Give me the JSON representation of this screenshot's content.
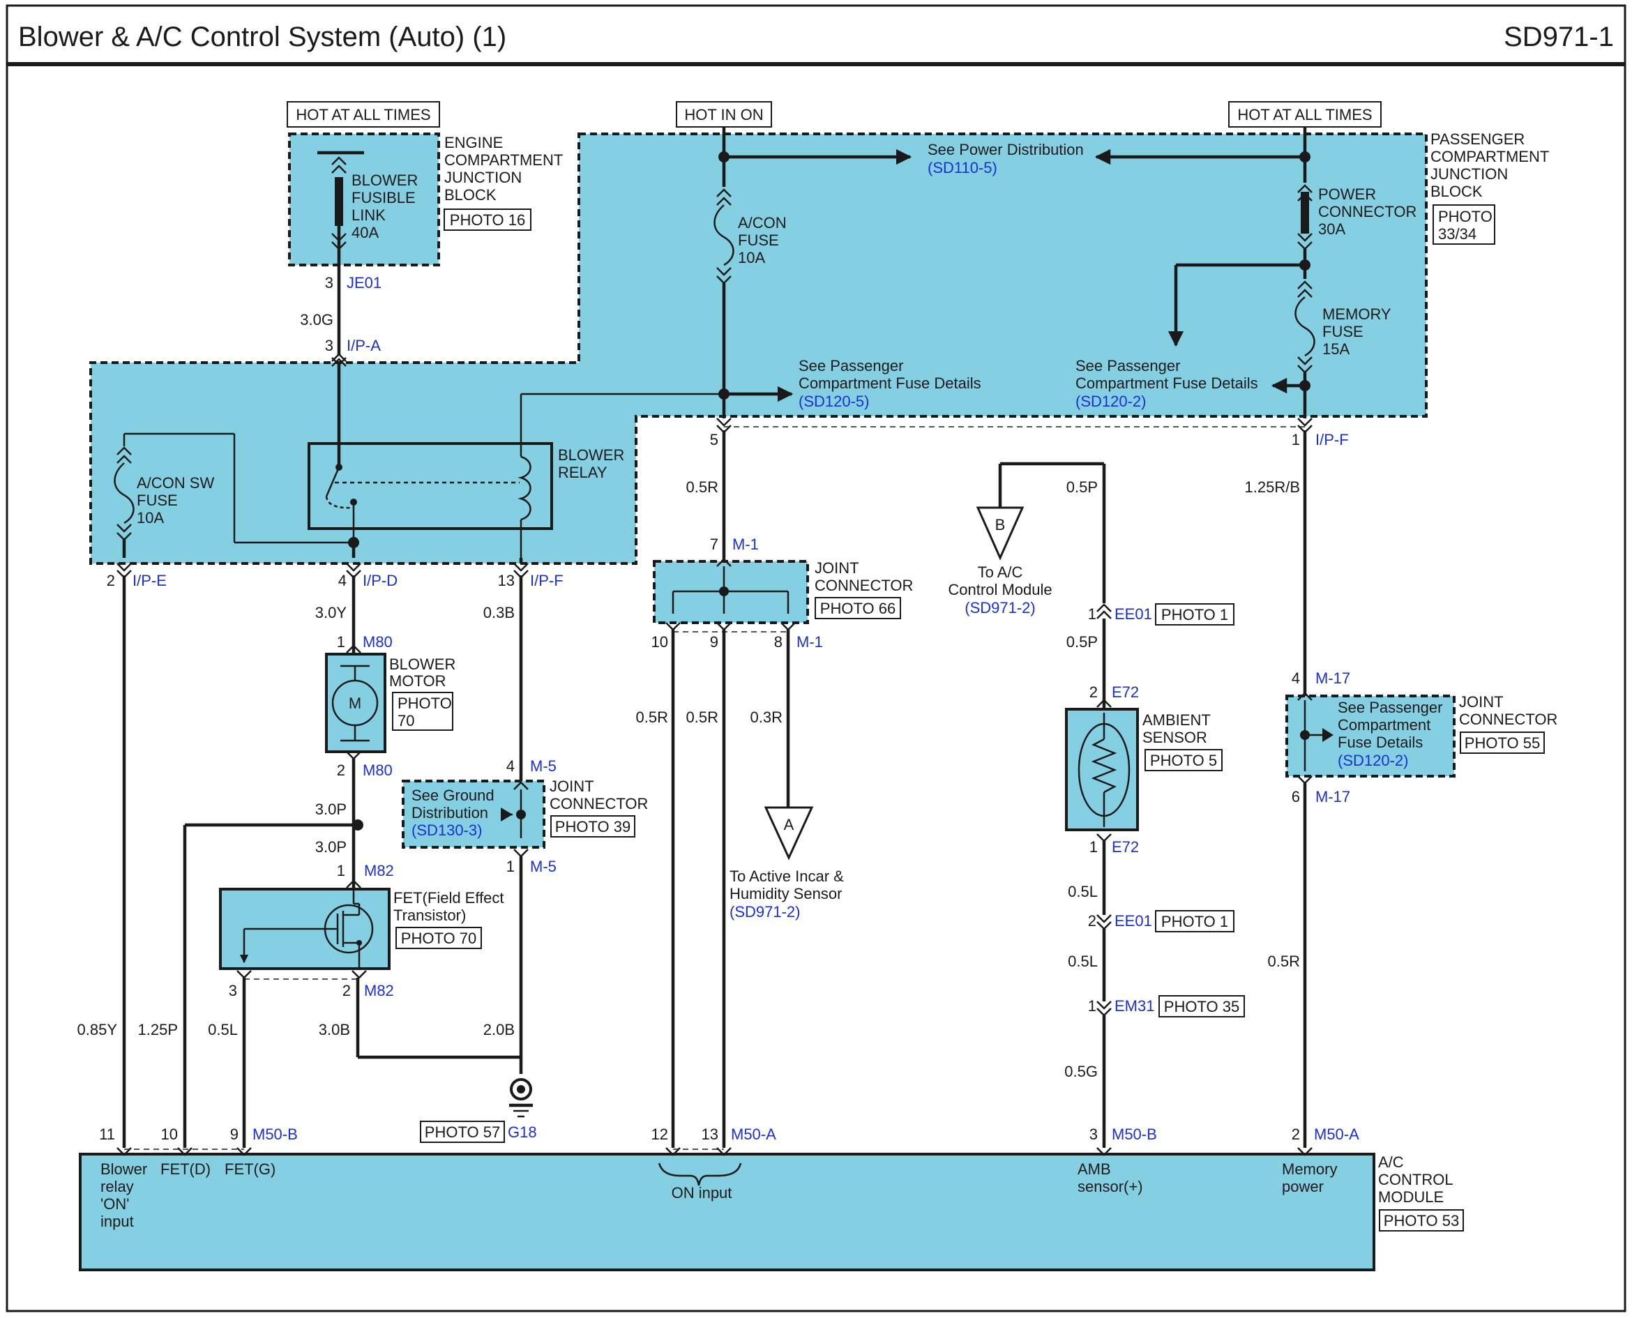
{
  "header": {
    "title": "Blower & A/C Control System (Auto) (1)",
    "code": "SD971-1"
  },
  "supply": {
    "hot_always_left": "HOT AT ALL TIMES",
    "hot_in_on": "HOT IN ON",
    "hot_always_right": "HOT AT ALL TIMES"
  },
  "engine_block": {
    "lines": [
      "ENGINE",
      "COMPARTMENT",
      "JUNCTION",
      "BLOCK"
    ],
    "photo": "PHOTO 16",
    "fuse_lines": [
      "BLOWER",
      "FUSIBLE",
      "LINK",
      "40A"
    ]
  },
  "pass_block": {
    "lines": [
      "PASSENGER",
      "COMPARTMENT",
      "JUNCTION",
      "BLOCK"
    ],
    "photo": [
      "PHOTO",
      "33/34"
    ],
    "see_power": "See Power Distribution",
    "see_power_ref": "(SD110-5)",
    "acon_fuse": [
      "A/CON",
      "FUSE",
      "10A"
    ],
    "power_conn": [
      "POWER",
      "CONNECTOR",
      "30A"
    ],
    "memory_fuse": [
      "MEMORY",
      "FUSE",
      "15A"
    ],
    "see_pcfd_left": [
      "See Passenger",
      "Compartment Fuse Details"
    ],
    "see_pcfd_left_ref": "(SD120-5)",
    "see_pcfd_right": [
      "See Passenger",
      "Compartment Fuse Details"
    ],
    "see_pcfd_right_ref": "(SD120-2)"
  },
  "relay_block": {
    "acon_sw_fuse": [
      "A/CON SW",
      "FUSE",
      "10A"
    ],
    "relay": [
      "BLOWER",
      "RELAY"
    ]
  },
  "connectors": {
    "je01_pin": "3",
    "je01": "JE01",
    "ipa_pin": "3",
    "ipa": "I/P-A",
    "ipe_pin": "2",
    "ipe": "I/P-E",
    "ipd_pin": "4",
    "ipd": "I/P-D",
    "ipf_pin13": "13",
    "ipf13": "I/P-F",
    "ipf_pin5": "5",
    "ipf_pin1": "1",
    "ipf1": "I/P-F",
    "m1_pin7": "7",
    "m1_top": "M-1",
    "m1_pin10": "10",
    "m1_pin9": "9",
    "m1_pin8": "8",
    "m1_bot": "M-1",
    "m80_pin1": "1",
    "m80_top": "M80",
    "m80_pin2": "2",
    "m80_bot": "M80",
    "m5_pin4": "4",
    "m5_top": "M-5",
    "m5_pin1": "1",
    "m5_bot": "M-5",
    "m82_pin1": "1",
    "m82_top": "M82",
    "m82_pin3": "3",
    "m82_pin2": "2",
    "m82_bot": "M82",
    "ee01_pin1": "1",
    "ee01_a": "EE01",
    "ee01_photo_a": "PHOTO 1",
    "e72_pin2": "2",
    "e72_top": "E72",
    "e72_pin1": "1",
    "e72_bot": "E72",
    "ee01_pin2": "2",
    "ee01_b": "EE01",
    "ee01_photo_b": "PHOTO 1",
    "em31_pin1": "1",
    "em31": "EM31",
    "em31_photo": "PHOTO 35",
    "m17_pin4": "4",
    "m17_top": "M-17",
    "m17_pin6": "6",
    "m17_bot": "M-17",
    "m50b_pins": [
      "11",
      "10",
      "9"
    ],
    "m50b_left": "M50-B",
    "m50a_pins": [
      "12",
      "13"
    ],
    "m50a_mid": "M50-A",
    "m50b_pin3": "3",
    "m50b_right": "M50-B",
    "m50a_pin2": "2",
    "m50a_right": "M50-A"
  },
  "wires": {
    "w_3_0g": "3.0G",
    "w_3_0y": "3.0Y",
    "w_0_3b": "0.3B",
    "w_0_5r_top": "0.5R",
    "w_0_5p_top": "0.5P",
    "w_1_25rb": "1.25R/B",
    "w_0_5p_mid": "0.5P",
    "w_0_5r_a": "0.5R",
    "w_0_5r_b": "0.5R",
    "w_0_3r": "0.3R",
    "w_3_0p_a": "3.0P",
    "w_3_0p_b": "3.0P",
    "w_0_85y": "0.85Y",
    "w_1_25p": "1.25P",
    "w_0_5l_a": "0.5L",
    "w_3_0b": "3.0B",
    "w_2_0b": "2.0B",
    "w_0_5l_b": "0.5L",
    "w_0_5l_c": "0.5L",
    "w_0_5g": "0.5G",
    "w_0_5r_right": "0.5R"
  },
  "components": {
    "blower_motor": [
      "BLOWER",
      "MOTOR"
    ],
    "blower_motor_photo": [
      "PHOTO",
      "70"
    ],
    "motor_symbol": "M",
    "jc66": [
      "JOINT",
      "CONNECTOR"
    ],
    "jc66_photo": "PHOTO 66",
    "jc39": [
      "JOINT",
      "CONNECTOR"
    ],
    "jc39_photo": "PHOTO 39",
    "ground_see": [
      "See Ground",
      "Distribution"
    ],
    "ground_ref": "(SD130-3)",
    "fet": [
      "FET(Field Effect",
      "Transistor)"
    ],
    "fet_photo": "PHOTO 70",
    "ground_photo": "PHOTO 57",
    "ground_id": "G18",
    "ambient": [
      "AMBIENT",
      "SENSOR"
    ],
    "ambient_photo": "PHOTO 5",
    "jc55": [
      "JOINT",
      "CONNECTOR"
    ],
    "jc55_photo": "PHOTO 55",
    "jc55_see": [
      "See Passenger",
      "Compartment",
      "Fuse Details"
    ],
    "jc55_ref": "(SD120-2)",
    "tri_a": "A",
    "tri_a_text": [
      "To Active Incar &",
      "Humidity Sensor"
    ],
    "tri_a_ref": "(SD971-2)",
    "tri_b": "B",
    "tri_b_text": [
      "To A/C",
      "Control Module"
    ],
    "tri_b_ref": "(SD971-2)"
  },
  "module": {
    "name": [
      "A/C",
      "CONTROL",
      "MODULE"
    ],
    "photo": "PHOTO 53",
    "blower_relay_on": [
      "Blower",
      "relay",
      "'ON'",
      "input"
    ],
    "fet_d": "FET(D)",
    "fet_g": "FET(G)",
    "on_input": "ON input",
    "amb_sensor": [
      "AMB",
      "sensor(+)"
    ],
    "memory_power": [
      "Memory",
      "power"
    ]
  }
}
